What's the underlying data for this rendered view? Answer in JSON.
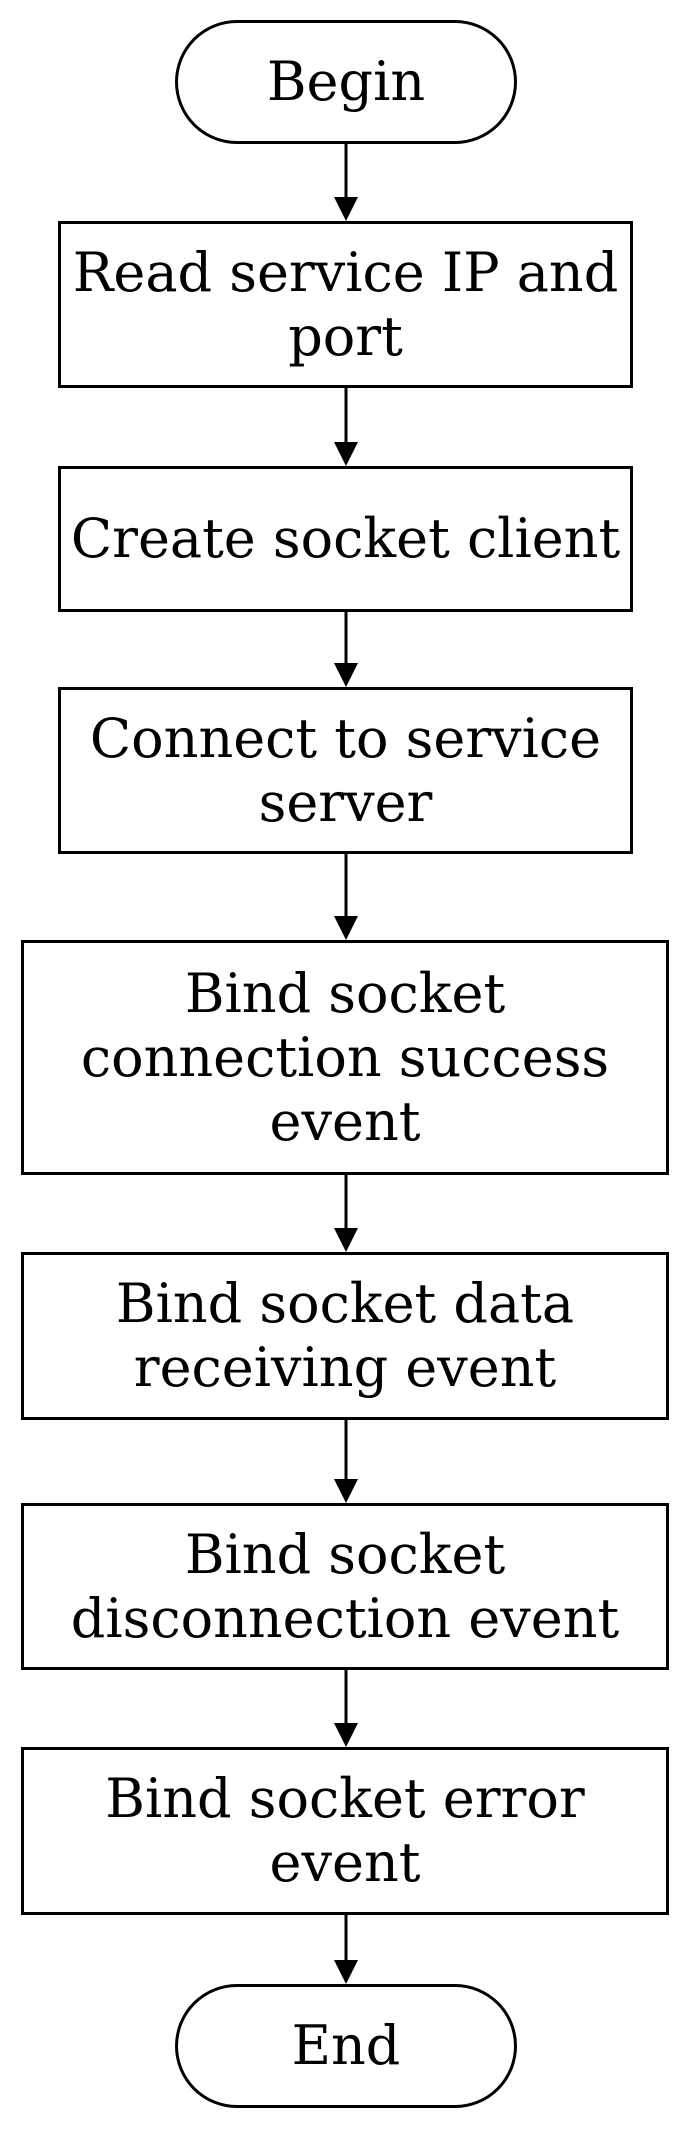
{
  "flowchart": {
    "nodes": [
      {
        "id": "begin",
        "shape": "terminal",
        "label": "Begin"
      },
      {
        "id": "read",
        "shape": "process",
        "label": "Read service IP and port"
      },
      {
        "id": "create",
        "shape": "process",
        "label": "Create socket client"
      },
      {
        "id": "connect",
        "shape": "process",
        "label": "Connect to service server"
      },
      {
        "id": "success",
        "shape": "process",
        "label": "Bind socket connection success event"
      },
      {
        "id": "data",
        "shape": "process",
        "label": "Bind socket data receiving event"
      },
      {
        "id": "disconnect",
        "shape": "process",
        "label": "Bind socket disconnection event"
      },
      {
        "id": "error",
        "shape": "process",
        "label": "Bind socket error event"
      },
      {
        "id": "end",
        "shape": "terminal",
        "label": "End"
      }
    ],
    "edges": [
      {
        "from": "begin",
        "to": "read"
      },
      {
        "from": "read",
        "to": "create"
      },
      {
        "from": "create",
        "to": "connect"
      },
      {
        "from": "connect",
        "to": "success"
      },
      {
        "from": "success",
        "to": "data"
      },
      {
        "from": "data",
        "to": "disconnect"
      },
      {
        "from": "disconnect",
        "to": "error"
      },
      {
        "from": "error",
        "to": "end"
      }
    ],
    "colors": {
      "stroke": "#000000",
      "fill": "#ffffff",
      "text": "#000000"
    }
  }
}
